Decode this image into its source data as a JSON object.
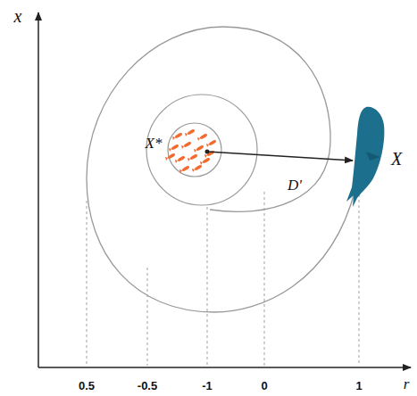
{
  "diagram": {
    "labels": [
      "x",
      "X*",
      "D'",
      "X",
      "0.5",
      "-0.5",
      "-1",
      "0",
      "1",
      "r"
    ]
  }
}
